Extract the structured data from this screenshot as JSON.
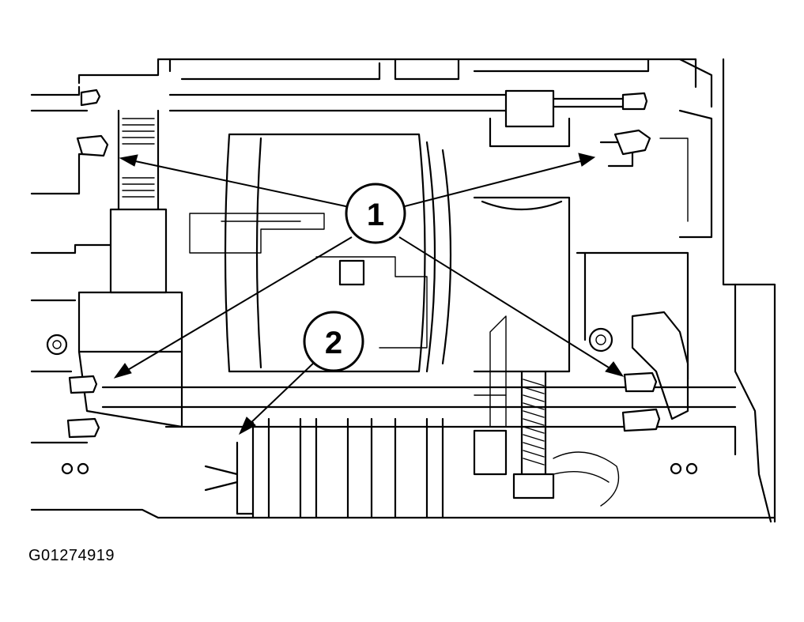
{
  "callouts": [
    {
      "id": "callout-1",
      "label": "1"
    },
    {
      "id": "callout-2",
      "label": "2"
    }
  ],
  "figure_id": "G01274919"
}
